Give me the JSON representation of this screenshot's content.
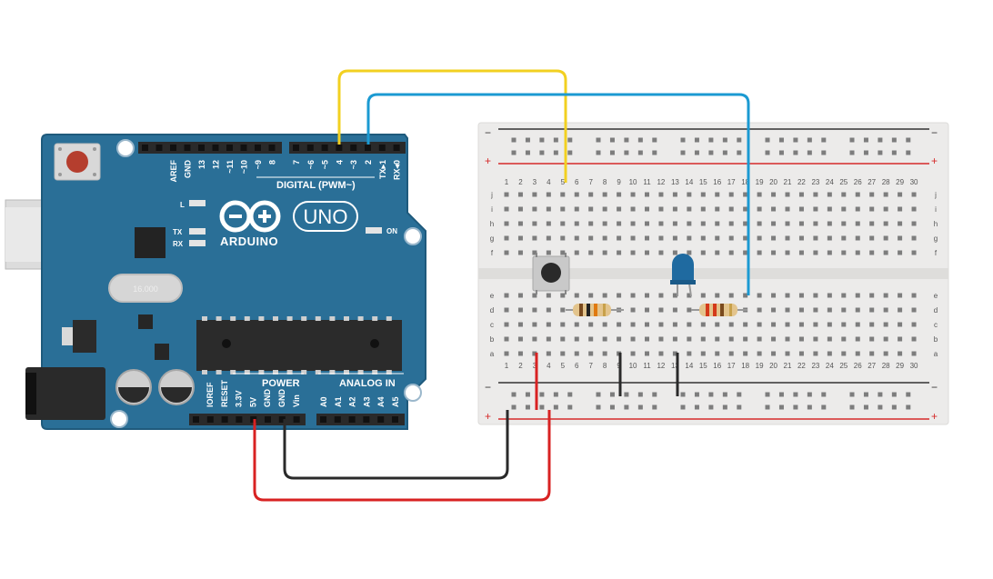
{
  "colors": {
    "board": "#2a6f97",
    "board_edge": "#1f5a7c",
    "breadboard": "#ecebea",
    "rail_red": "#d52a2a",
    "rail_dark": "#333333",
    "wire_yellow": "#f2d021",
    "wire_blue": "#1b9ad2",
    "wire_red": "#d82222",
    "wire_black": "#2a2a2a",
    "led": "#1f6aa0"
  },
  "arduino": {
    "logo_text": "ARDUINO",
    "model": "UNO",
    "digital_header": "DIGITAL (PWM~)",
    "digital_pins": [
      "AREF",
      "GND",
      "13",
      "12",
      "~11",
      "~10",
      "~9",
      "8",
      "7",
      "~6",
      "~5",
      "4",
      "~3",
      "2",
      "TX▸1",
      "RX◂0"
    ],
    "led_labels": {
      "l": "L",
      "tx": "TX",
      "rx": "RX",
      "on": "ON"
    },
    "crystal": "16.000",
    "power_header": "POWER",
    "power_pins": [
      "IOREF",
      "RESET",
      "3.3V",
      "5V",
      "GND",
      "GND",
      "Vin"
    ],
    "analog_header": "ANALOG IN",
    "analog_pins": [
      "A0",
      "A1",
      "A2",
      "A3",
      "A4",
      "A5"
    ]
  },
  "breadboard": {
    "rail_minus": "−",
    "rail_plus": "+",
    "row_labels_top": [
      "j",
      "i",
      "h",
      "g",
      "f"
    ],
    "row_labels_bottom": [
      "e",
      "d",
      "c",
      "b",
      "a"
    ],
    "column_labels": [
      "1",
      "2",
      "3",
      "4",
      "5",
      "6",
      "7",
      "8",
      "9",
      "10",
      "11",
      "12",
      "13",
      "14",
      "15",
      "16",
      "17",
      "18",
      "19",
      "20",
      "21",
      "22",
      "23",
      "24",
      "25",
      "26",
      "27",
      "28",
      "29",
      "30"
    ]
  }
}
